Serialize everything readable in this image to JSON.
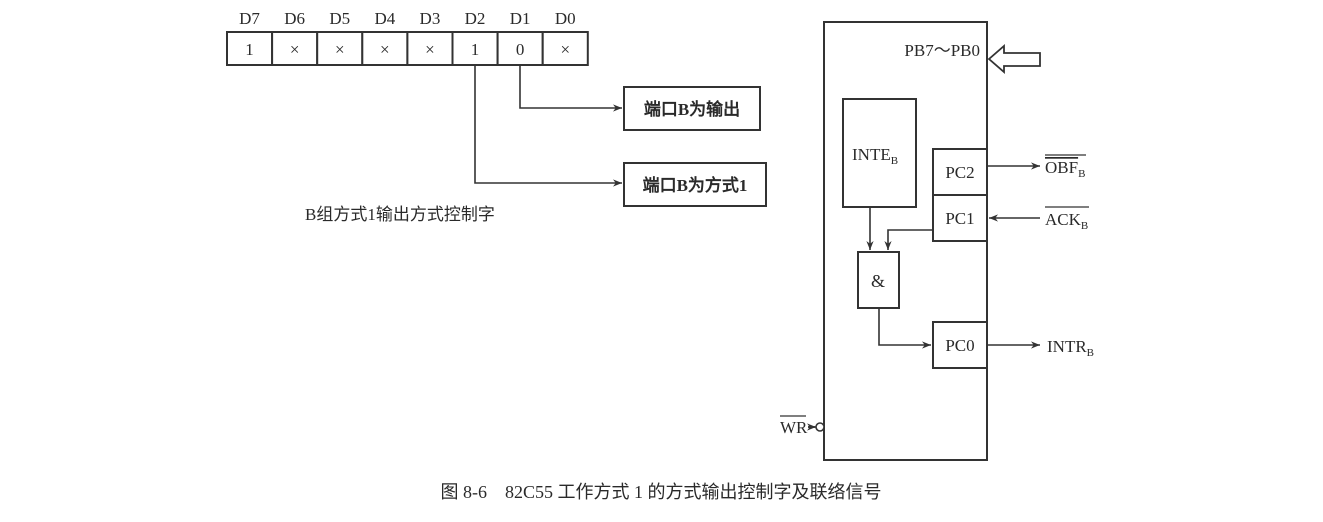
{
  "register": {
    "bit_labels": [
      "D7",
      "D6",
      "D5",
      "D4",
      "D3",
      "D2",
      "D1",
      "D0"
    ],
    "bit_values": [
      "1",
      "×",
      "×",
      "×",
      "×",
      "1",
      "0",
      "×"
    ],
    "d1_target": "端口B为输出",
    "d2_target": "端口B为方式1",
    "caption": "B组方式1输出方式控制字"
  },
  "chip": {
    "port_label": "PB7～PB0",
    "inte": "INTE",
    "inte_sub": "B",
    "and_gate": "&",
    "pc2": "PC2",
    "pc1": "PC1",
    "pc0": "PC0",
    "obf": "OBF",
    "obf_sub": "B",
    "ack": "ACK",
    "ack_sub": "B",
    "intr": "INTR",
    "intr_sub": "B",
    "wr": "WR"
  },
  "figure_caption": "图 8-6　82C55 工作方式 1 的方式输出控制字及联络信号"
}
